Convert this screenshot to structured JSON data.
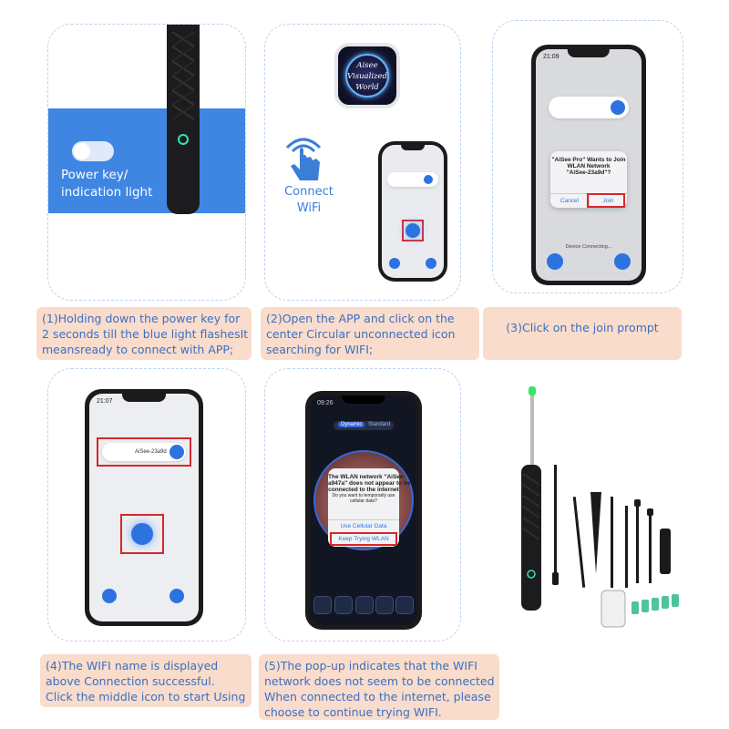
{
  "step1": {
    "label_line1": "Power key/",
    "label_line2": "indication light",
    "caption": [
      "(1)Holding down the power key for",
      "2 seconds till the blue light flashesIt",
      "meansready to connect with APP;"
    ]
  },
  "step2": {
    "app_icon_text": [
      "Aisee",
      "Visualized",
      "World"
    ],
    "connect_line1": "Connect",
    "connect_line2": "WiFi",
    "caption": [
      "(2)Open the APP and click on the",
      "center Circular unconnected icon",
      "searching for WIFI;"
    ]
  },
  "step3": {
    "time": "21:09",
    "dialog": [
      "\"AiSee Pro\" Wants to Join",
      "WLAN Network",
      "\"AiSee-23a9d\"?"
    ],
    "cancel": "Cancel",
    "join": "Join",
    "status": "Device Connecting...",
    "caption": [
      "(3)Click on the join prompt"
    ]
  },
  "step4": {
    "time": "21:07",
    "wifi_name": "AiSee-23a9d",
    "caption": [
      "(4)The WIFI name is displayed",
      "above Connection successful.",
      "Click the middle icon to start Using"
    ]
  },
  "step5": {
    "time": "09:26",
    "tabs": [
      "Dynamic",
      "Standard"
    ],
    "dialog": [
      "The WLAN network \"AiSee-",
      "a947a\" does not appear to be",
      "connected to the internet",
      "Do you want to temporarily use",
      "cellular data?"
    ],
    "use_cellular": "Use Cellular Data",
    "keep_trying": "Keep Trying WLAN",
    "caption": [
      "(5)The pop-up indicates that the WIFI",
      "network does not seem to be connected",
      "When connected to the internet, please",
      "choose to continue trying WIFI."
    ]
  },
  "colors": {
    "accent_blue": "#3f86e3",
    "caption_bg": "#f9dccb",
    "caption_text": "#3b6fc4",
    "highlight_red": "#d8262c",
    "indicator_green": "#2ee6b4"
  }
}
